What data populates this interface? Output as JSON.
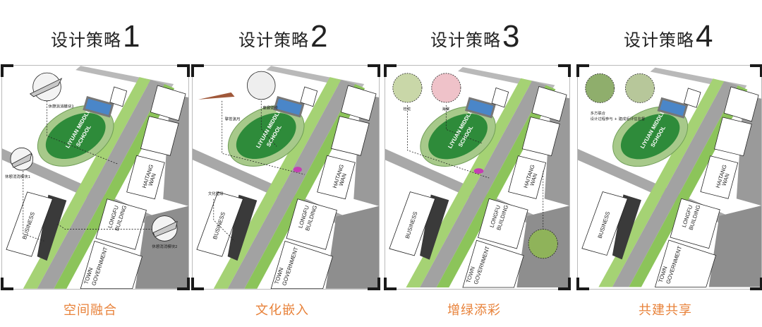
{
  "colors": {
    "caption": "#e8823a",
    "field": "#2e8b3a",
    "greenway": "#9fcf6a",
    "pool": "#4a86c8",
    "road": "#a8a8a8"
  },
  "map_labels": {
    "school": "LIYUAN MIDDLE",
    "school2": "SCHOOL",
    "haitang": "HAITANG",
    "haitang2": "WAN",
    "longfu": "LONGFU",
    "longfu2": "BUILDING",
    "business": "BUSINESS",
    "town": "TOWN",
    "town2": "GOVERNMENT"
  },
  "panels": [
    {
      "title": "设计策略",
      "number": "1",
      "caption": "空间融合",
      "notes": [
        "休憩消消模块3",
        "休憩消消模块1",
        "休憩消消模块2"
      ]
    },
    {
      "title": "设计策略",
      "number": "2",
      "caption": "文化嵌入",
      "notes": [
        "擎苍演月",
        "童趣壁绘",
        "文化壁绘"
      ]
    },
    {
      "title": "设计策略",
      "number": "3",
      "caption": "增绿添彩",
      "notes": [
        "桂花",
        "海棠"
      ]
    },
    {
      "title": "设计策略",
      "number": "4",
      "caption": "共建共享",
      "notes": [
        "多方联合",
        "设计过程参与 + 建成后评估监督"
      ]
    }
  ]
}
